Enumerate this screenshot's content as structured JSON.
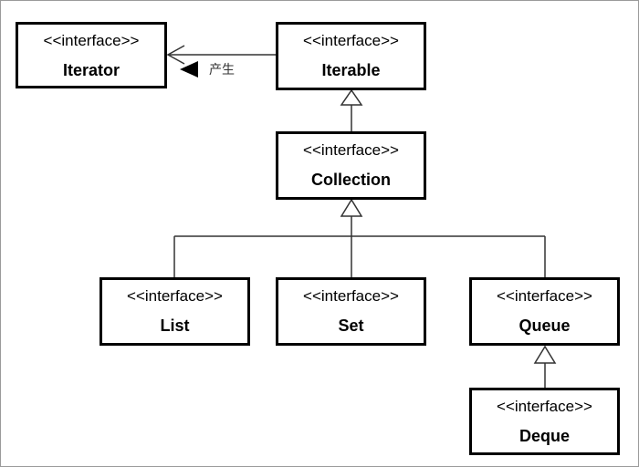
{
  "diagram": {
    "nodes": [
      {
        "id": "iterator",
        "stereotype": "<<interface>>",
        "name": "Iterator"
      },
      {
        "id": "iterable",
        "stereotype": "<<interface>>",
        "name": "Iterable"
      },
      {
        "id": "collection",
        "stereotype": "<<interface>>",
        "name": "Collection"
      },
      {
        "id": "list",
        "stereotype": "<<interface>>",
        "name": "List"
      },
      {
        "id": "set",
        "stereotype": "<<interface>>",
        "name": "Set"
      },
      {
        "id": "queue",
        "stereotype": "<<interface>>",
        "name": "Queue"
      },
      {
        "id": "deque",
        "stereotype": "<<interface>>",
        "name": "Deque"
      }
    ],
    "edges": [
      {
        "from": "iterable",
        "to": "iterator",
        "kind": "dependency",
        "label": "产生"
      },
      {
        "from": "collection",
        "to": "iterable",
        "kind": "generalization"
      },
      {
        "from": "list",
        "to": "collection",
        "kind": "generalization"
      },
      {
        "from": "set",
        "to": "collection",
        "kind": "generalization"
      },
      {
        "from": "queue",
        "to": "collection",
        "kind": "generalization"
      },
      {
        "from": "deque",
        "to": "queue",
        "kind": "generalization"
      }
    ]
  }
}
